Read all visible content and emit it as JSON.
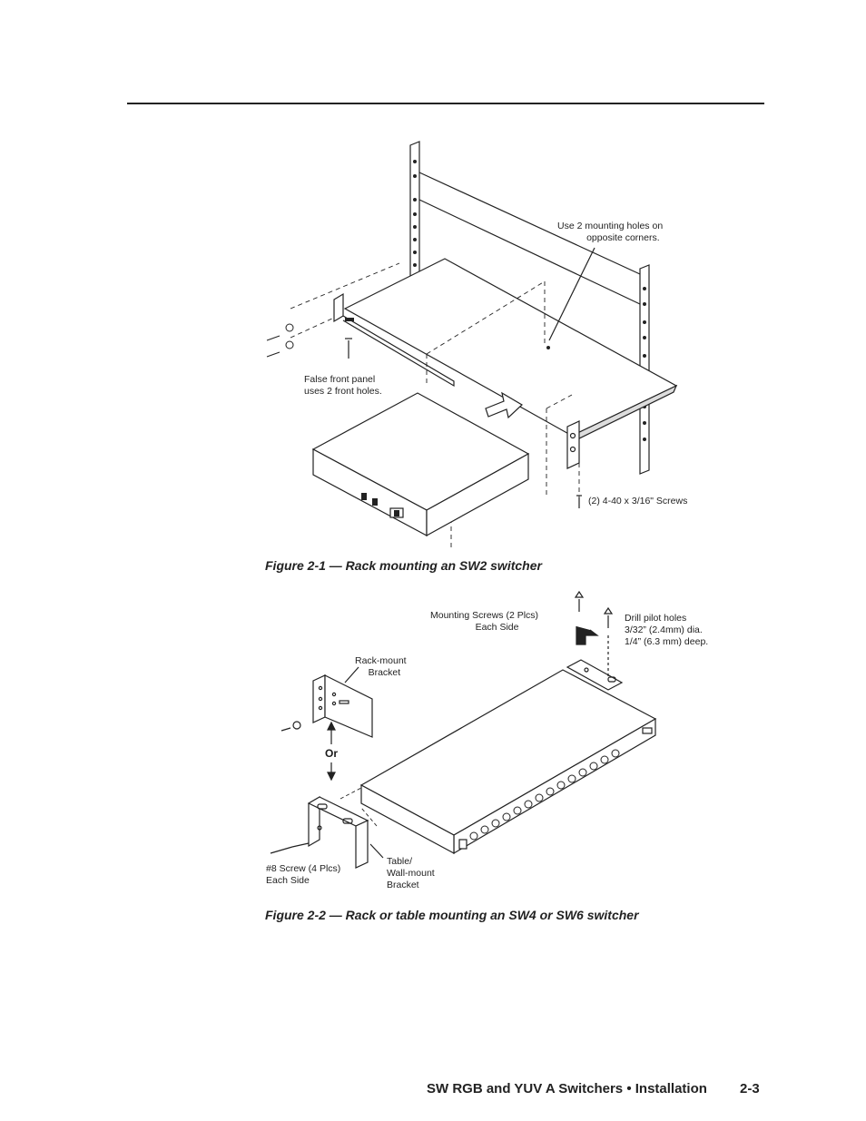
{
  "figure1": {
    "caption": "Figure 2-1 — Rack mounting an SW2 switcher",
    "callouts": {
      "mounting_holes": "Use 2 mounting holes on\n           opposite corners.",
      "false_front": "False front panel\nuses 2 front holes.",
      "screws": "(2) 4-40 x 3/16\" Screws"
    }
  },
  "figure2": {
    "caption": "Figure 2-2 — Rack or table mounting an SW4 or SW6 switcher",
    "callouts": {
      "mounting_screws": "Mounting Screws (2 Plcs)\n                 Each Side",
      "drill": "Drill pilot holes\n3/32” (2.4mm) dia.\n1/4” (6.3 mm) deep.",
      "rack_bracket": "Rack-mount\n     Bracket",
      "or": "Or",
      "screw8": "#8 Screw (4 Plcs)\nEach Side",
      "table_bracket": "Table/\nWall-mount\nBracket"
    }
  },
  "footer": {
    "title": "SW RGB and YUV A Switchers • Installation",
    "page_number": "2-3"
  }
}
